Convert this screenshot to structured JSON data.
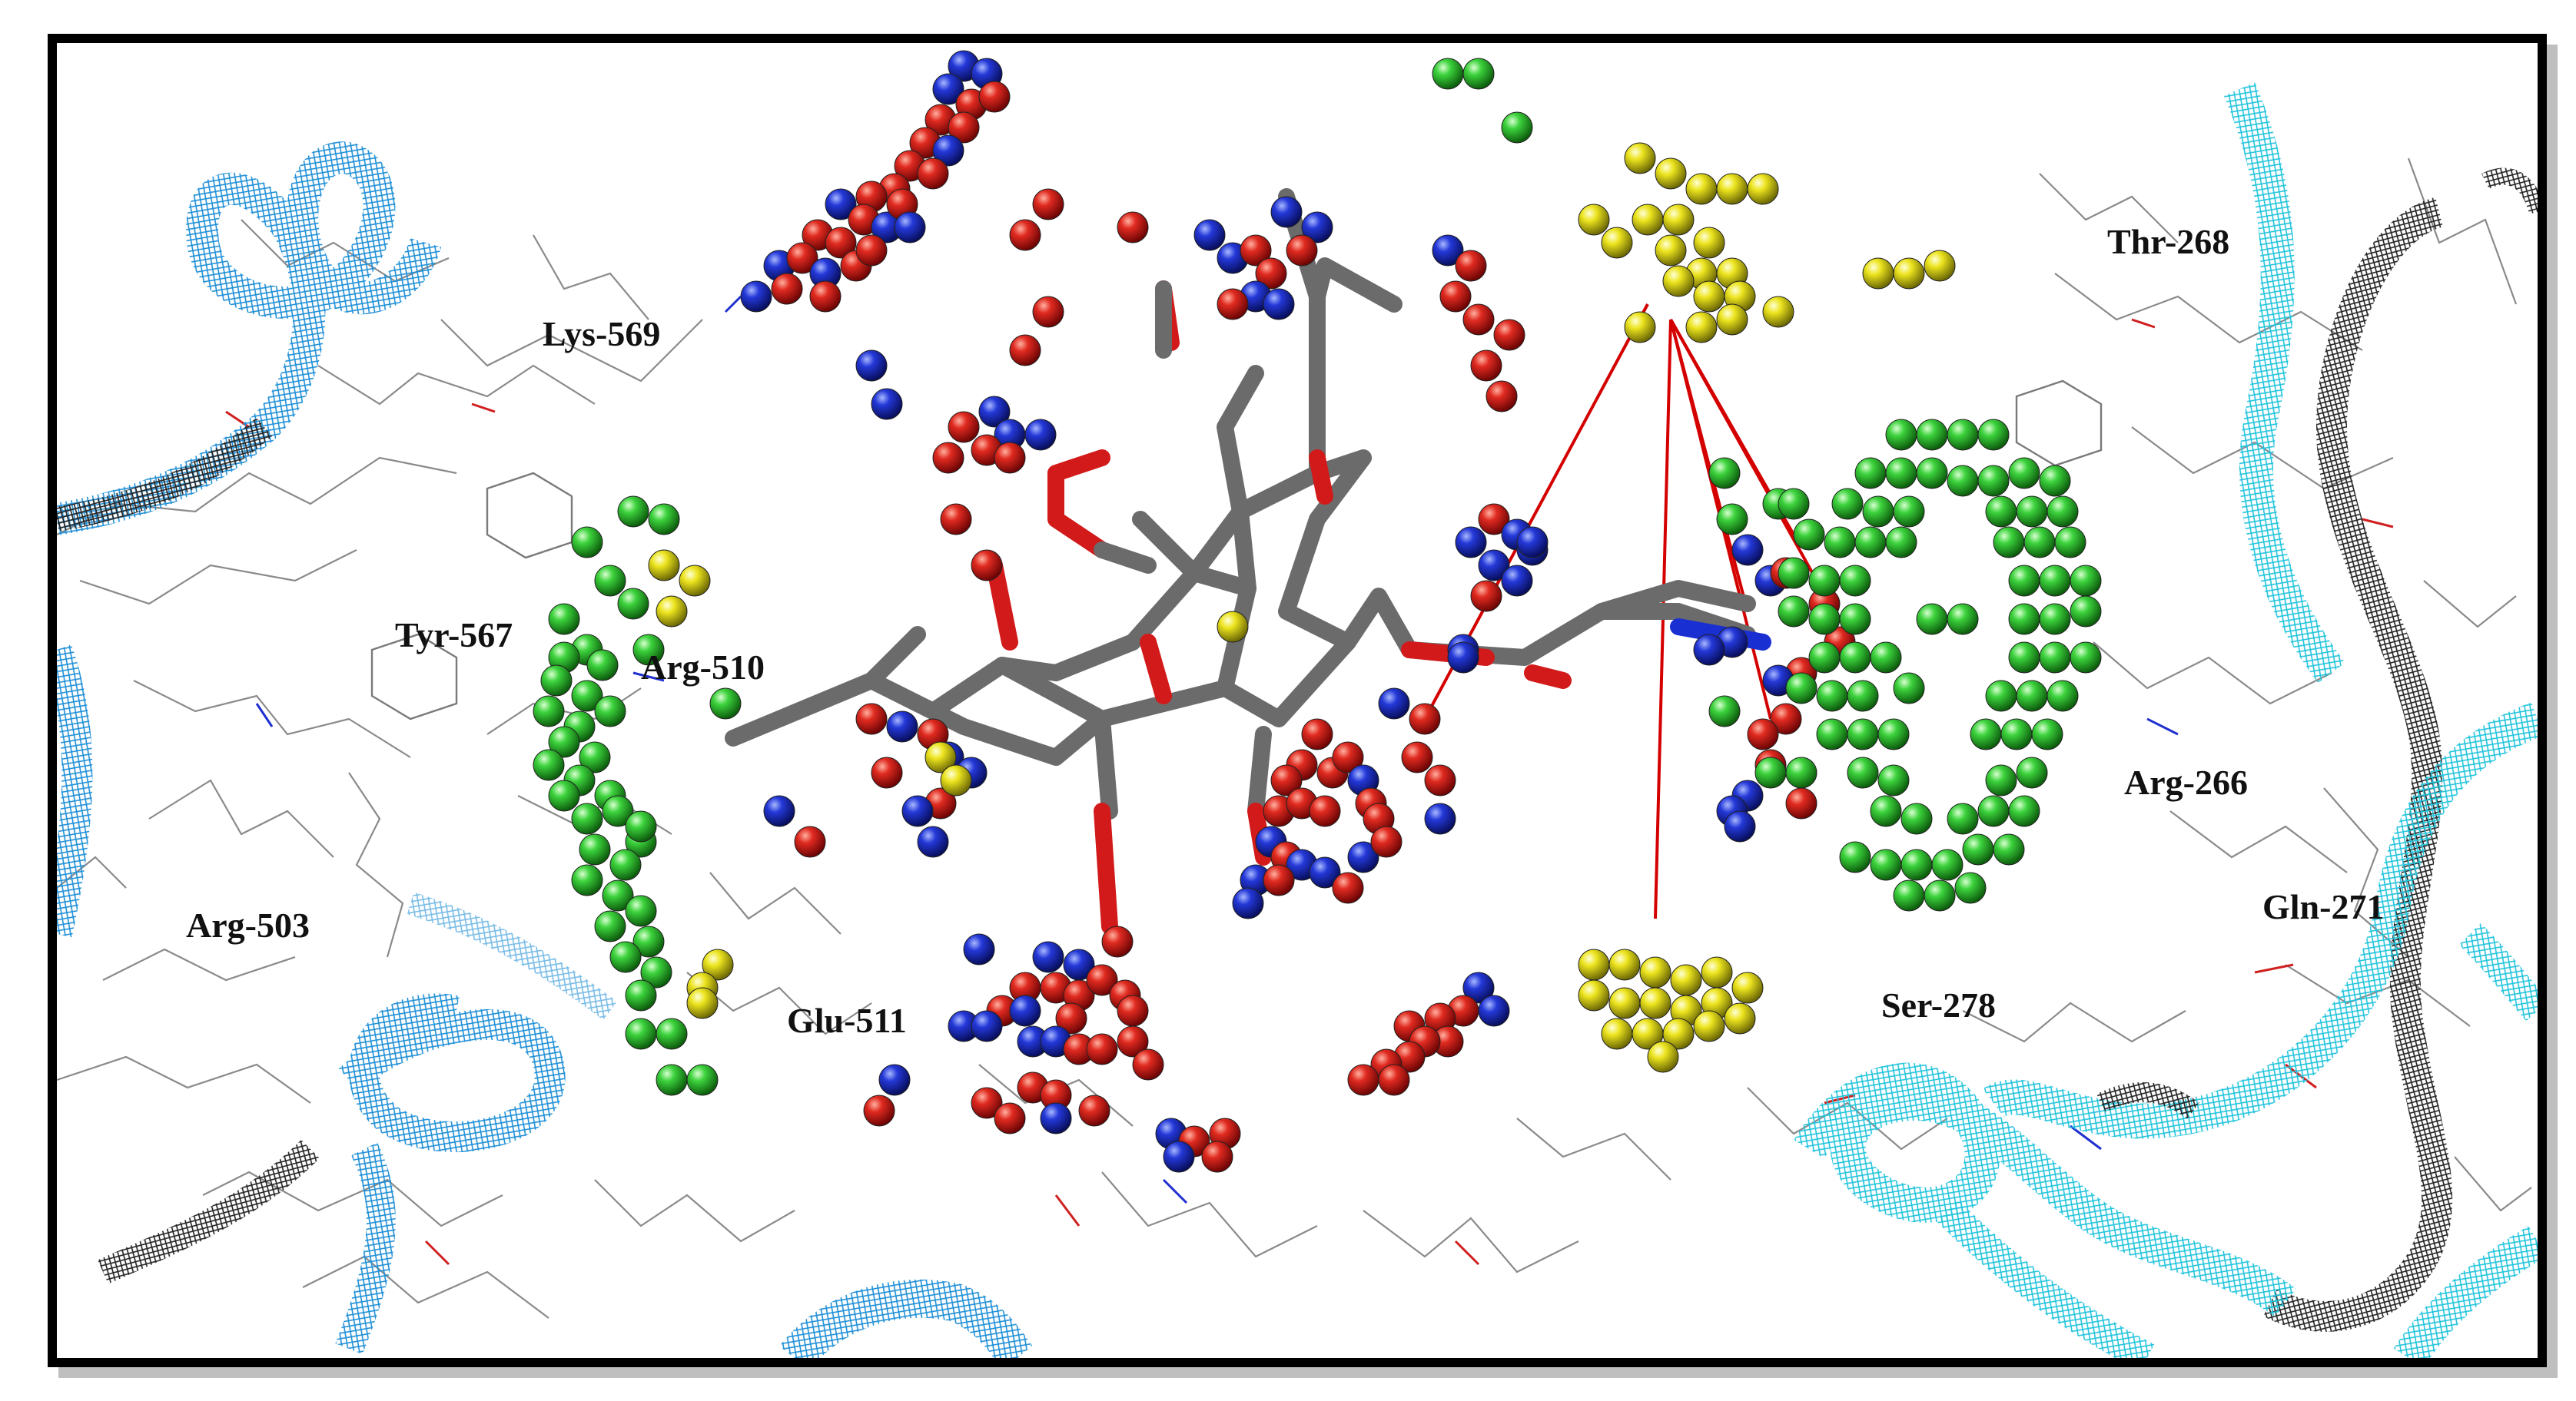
{
  "figure": {
    "description": "Molecular docking view: ligand (stick model) in protein binding pocket with pharmacophore spheres",
    "colors": {
      "ligand_carbon": "#6b6b6b",
      "ligand_oxygen": "#d11a1a",
      "ligand_nitrogen": "#1a2fd1",
      "hbond_acceptor_sphere": "#d21c1c",
      "hbond_donor_sphere": "#1b2ad0",
      "hydrophobic_sphere": "#33c833",
      "aromatic_sphere": "#e6e01c",
      "distance_lines": "#d40000",
      "ribbon_blue": "#1f8fd6",
      "ribbon_cyan": "#22c4dc",
      "ribbon_black": "#222222",
      "frame_border": "#000000"
    }
  },
  "residue_labels": [
    {
      "id": "lys-569",
      "text": "Lys-569"
    },
    {
      "id": "tyr-567",
      "text": "Tyr-567"
    },
    {
      "id": "arg-510",
      "text": "Arg-510"
    },
    {
      "id": "arg-503",
      "text": "Arg-503"
    },
    {
      "id": "glu-511",
      "text": "Glu-511"
    },
    {
      "id": "thr-268",
      "text": "Thr-268"
    },
    {
      "id": "arg-266",
      "text": "Arg-266"
    },
    {
      "id": "gln-271",
      "text": "Gln-271"
    },
    {
      "id": "ser-278",
      "text": "Ser-278"
    }
  ]
}
